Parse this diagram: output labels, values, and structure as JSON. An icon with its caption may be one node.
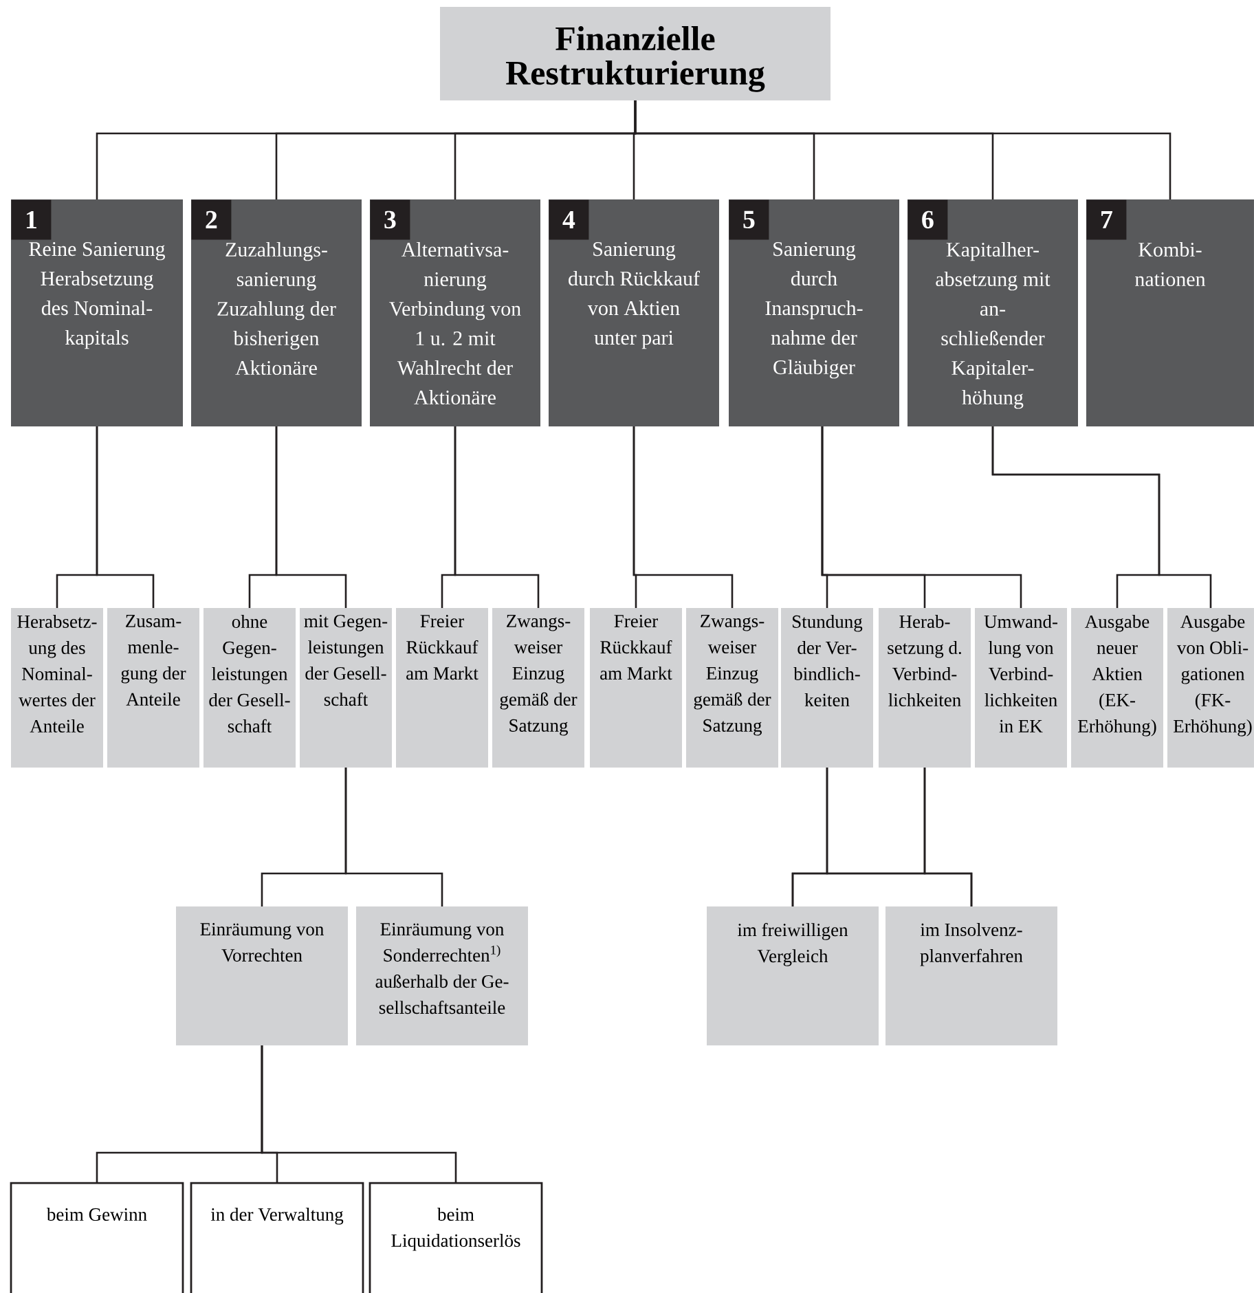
{
  "diagram": {
    "nodes": [
      {
        "text": [
          "Finanzielle Restrukturierung"
        ]
      },
      {
        "text": [
          "1",
          "Reine Sanierung Herabsetzung des Nominal- kapitals"
        ]
      },
      {
        "text": [
          "2",
          "Zuzahlungs- sanierung Zuzahlung der bisherigen Aktionäre"
        ]
      },
      {
        "text": [
          "3",
          "Alternativsa- nierung Verbindung von 1 u. 2 mit Wahlrecht der Aktionäre"
        ]
      },
      {
        "text": [
          "4",
          "Sanierung durch Rückkauf von Aktien unter pari"
        ]
      },
      {
        "text": [
          "5",
          "Sanierung durch Inanspruch- nahme der Gläubiger"
        ]
      },
      {
        "text": [
          "6",
          "Kapitalher- absetzung mit an- schließender Kapitaler- höhung"
        ]
      },
      {
        "text": [
          "7",
          "Kombi- nationen"
        ]
      },
      {
        "text": [
          "Herabsetz- ung des Nominal- wertes der Anteile"
        ]
      },
      {
        "text": [
          "Zusam- menle- gung der Anteile"
        ]
      },
      {
        "text": [
          "ohne Gegen- leistungen der Gesell- schaft"
        ]
      },
      {
        "text": [
          "mit Gegen- leistungen der Gesell- schaft"
        ]
      },
      {
        "text": [
          "Freier Rückkauf am Markt"
        ]
      },
      {
        "text": [
          "Zwangs- weiser Einzug gemäß der Satzung"
        ]
      },
      {
        "text": [
          "Freier Rückkauf am Markt"
        ]
      },
      {
        "text": [
          "Zwangs- weiser Einzug gemäß der Satzung"
        ]
      },
      {
        "text": [
          "Stundung der Ver- bindlich- keiten"
        ]
      },
      {
        "text": [
          "Herab- setzung d. Verbind- lichkeiten"
        ]
      },
      {
        "text": [
          "Umwand- lung von Verbind- lichkeiten in EK"
        ]
      },
      {
        "text": [
          "Ausgabe neuer Aktien (EK- Erhöhung)"
        ]
      },
      {
        "text": [
          "Ausgabe von Obli- gationen (FK- Erhöhung)"
        ]
      },
      {
        "text": [
          "Einräumung von Vorrechten"
        ]
      },
      {
        "text": [
          "Einräumung von Sonderrechten$^{1)}$ außerhalb der Ge- sellschaftsanteile"
        ]
      },
      {
        "text": [
          "im freiwilligen Vergleich"
        ]
      },
      {
        "text": [
          "im Insolvenz- planverfahren"
        ]
      },
      {
        "text": [
          "beim Gewinn"
        ]
      },
      {
        "text": [
          "in der Verwaltung"
        ]
      },
      {
        "text": [
          "beim Liquidationserlös"
        ]
      }
    ],
    "edges": [
      {
        "from": 0,
        "to": 1,
        "arrow": "none"
      },
      {
        "from": 0,
        "to": 2,
        "arrow": "none"
      },
      {
        "from": 0,
        "to": 3,
        "arrow": "none"
      },
      {
        "from": 0,
        "to": 4,
        "arrow": "none"
      },
      {
        "from": 0,
        "to": 5,
        "arrow": "none"
      },
      {
        "from": 0,
        "to": 6,
        "arrow": "none"
      },
      {
        "from": 0,
        "to": 7,
        "arrow": "none"
      },
      {
        "from": 1,
        "to": 8,
        "arrow": "none"
      },
      {
        "from": 1,
        "to": 9,
        "arrow": "none"
      },
      {
        "from": 2,
        "to": 10,
        "arrow": "none"
      },
      {
        "from": 2,
        "to": 11,
        "arrow": "none"
      },
      {
        "from": 3,
        "to": 12,
        "arrow": "none"
      },
      {
        "from": 3,
        "to": 13,
        "arrow": "none"
      },
      {
        "from": 4,
        "to": 14,
        "arrow": "none"
      },
      {
        "from": 4,
        "to": 15,
        "arrow": "none"
      },
      {
        "from": 5,
        "to": 16,
        "arrow": "none"
      },
      {
        "from": 5,
        "to": 17,
        "arrow": "none"
      },
      {
        "from": 5,
        "to": 18,
        "arrow": "none"
      },
      {
        "from": 6,
        "to": 19,
        "arrow": "none"
      },
      {
        "from": 6,
        "to": 20,
        "arrow": "none"
      },
      {
        "from": 11,
        "to": 21,
        "arrow": "none"
      },
      {
        "from": 11,
        "to": 22,
        "arrow": "none"
      },
      {
        "from": 16,
        "to": 23,
        "arrow": "none"
      },
      {
        "from": 16,
        "to": 24,
        "arrow": "none"
      },
      {
        "from": 17,
        "to": 23,
        "arrow": "none"
      },
      {
        "from": 17,
        "to": 24,
        "arrow": "none"
      },
      {
        "from": 21,
        "to": 25,
        "arrow": "none"
      },
      {
        "from": 21,
        "to": 26,
        "arrow": "none"
      },
      {
        "from": 21,
        "to": 27,
        "arrow": "none"
      }
    ]
  }
}
